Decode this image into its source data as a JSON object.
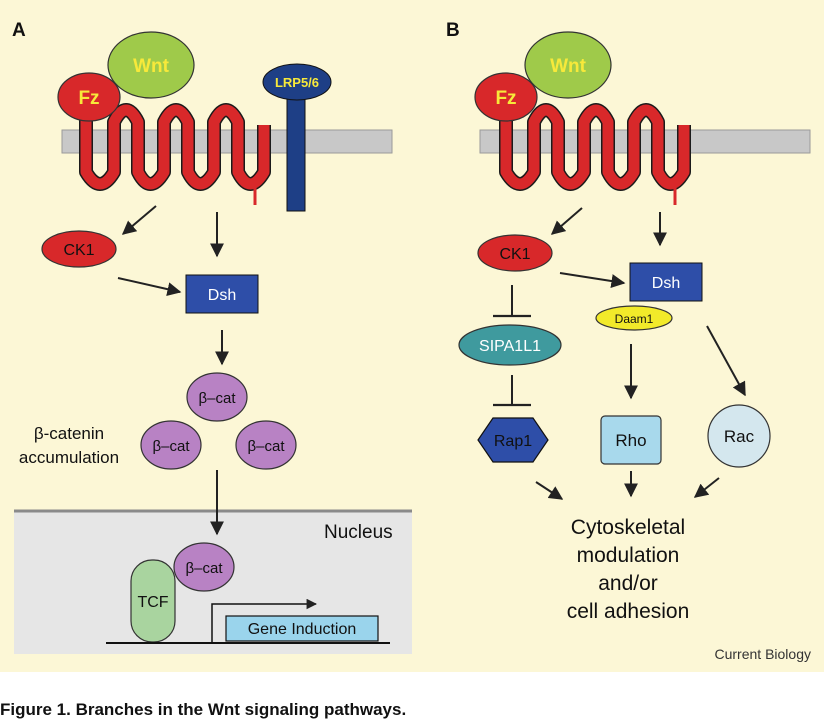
{
  "panel_a": {
    "letter": "A",
    "wnt": "Wnt",
    "fz": "Fz",
    "lrp": "LRP5/6",
    "ck1": "CK1",
    "dsh": "Dsh",
    "bcat": "β–cat",
    "accumulation_line1": "β-catenin",
    "accumulation_line2": "accumulation",
    "nucleus": "Nucleus",
    "tcf": "TCF",
    "gene_induction": "Gene Induction"
  },
  "panel_b": {
    "letter": "B",
    "wnt": "Wnt",
    "fz": "Fz",
    "ck1": "CK1",
    "dsh": "Dsh",
    "daam1": "Daam1",
    "sipa1l1": "SIPA1L1",
    "rap1": "Rap1",
    "rho": "Rho",
    "rac": "Rac",
    "outcome": [
      "Cytoskeletal",
      "modulation",
      "and/or",
      "cell adhesion"
    ]
  },
  "source": "Current Biology",
  "caption": "Figure 1. Branches in the Wnt signaling pathways.",
  "colors": {
    "background": "#fcf7d6",
    "membrane": "#c8c8c8",
    "receptor_red": "#d8282a",
    "wnt_green": "#9fca4a",
    "label_yellow": "#f7e93a",
    "lrp_blue": "#1e3f86",
    "dsh_blue": "#2e4ea8",
    "bcat_purple": "#b882c4",
    "nucleus_gray": "#e6e6e6",
    "tcf_green": "#a9d49f",
    "gene_box": "#9ad4ec",
    "sipa_teal": "#3f9a9e",
    "rho_box": "#a8d9ec",
    "rac_circle": "#d4e7ee",
    "daam_yellow": "#f2ea2a"
  }
}
